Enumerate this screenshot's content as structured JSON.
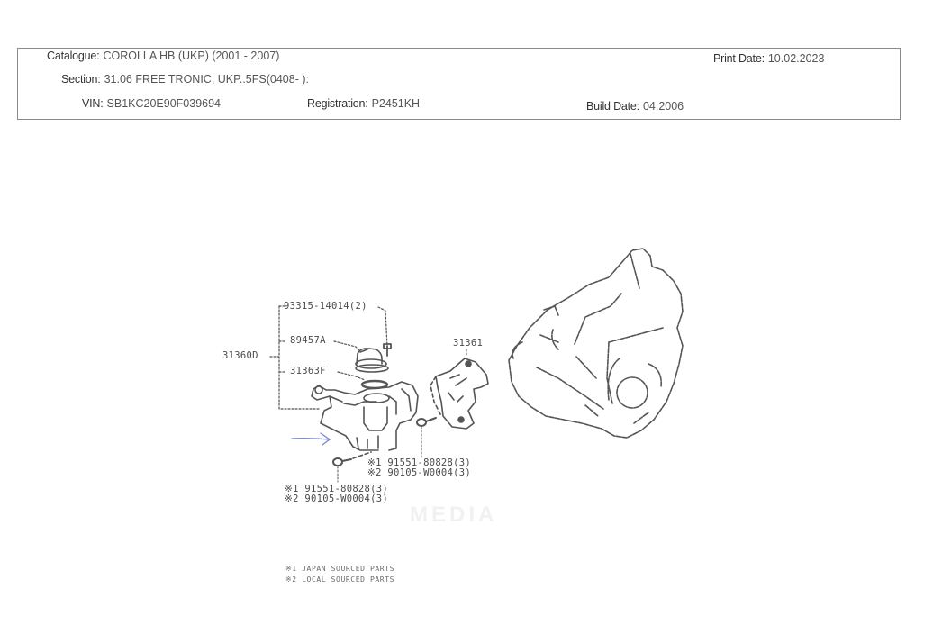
{
  "header": {
    "catalogue": {
      "label": "Catalogue:",
      "value": "COROLLA HB (UKP) (2001 - 2007)"
    },
    "section": {
      "label": "Section:",
      "value": "31.06 FREE TRONIC; UKP..5FS(0408-    ):"
    },
    "vin": {
      "label": "VIN:",
      "value": "SB1KC20E90F039694"
    },
    "registration": {
      "label": "Registration:",
      "value": "P2451KH"
    },
    "print_date": {
      "label": "Print Date:",
      "value": "10.02.2023"
    },
    "build_date": {
      "label": "Build Date:",
      "value": "04.2006"
    }
  },
  "diagram": {
    "callouts": {
      "assembly": "31360D",
      "bolt_top": "93315-14014(2)",
      "cap": "89457A",
      "seal": "31363F",
      "bracket": "31361",
      "right_bolt_japan": "※1 91551-80828(3)",
      "right_bolt_local": "※2 90105-W0004(3)",
      "left_bolt_japan": "※1 91551-80828(3)",
      "left_bolt_local": "※2 90105-W0004(3)"
    },
    "watermark": "MEDIA",
    "annotation_arrow_color": "#7a86c8"
  },
  "legend": {
    "items": [
      "※1  JAPAN SOURCED PARTS",
      "※2  LOCAL SOURCED PARTS"
    ]
  }
}
